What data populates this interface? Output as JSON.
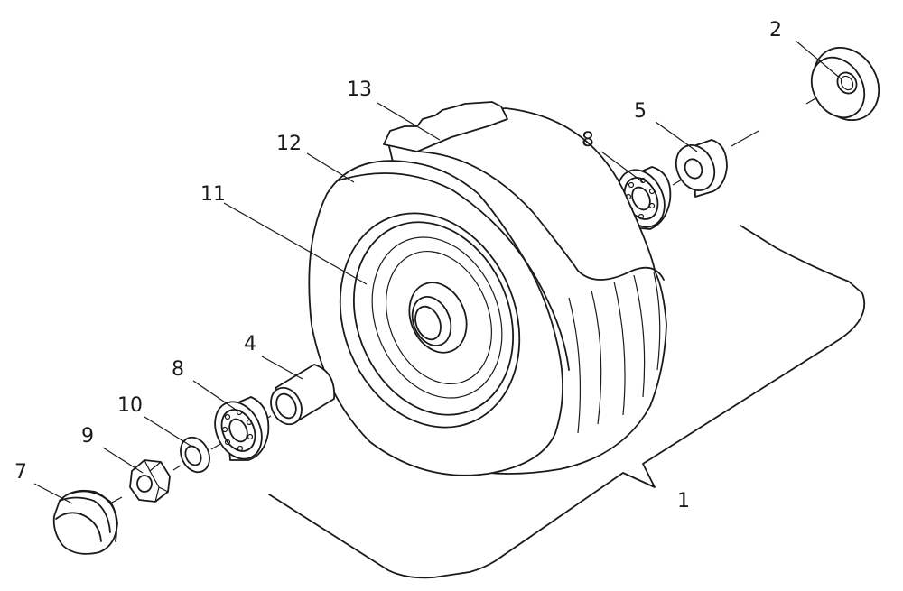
{
  "diagram": {
    "parts": [
      {
        "id": "p1",
        "number": "1"
      },
      {
        "id": "p2",
        "number": "2"
      },
      {
        "id": "p4",
        "number": "4"
      },
      {
        "id": "p5",
        "number": "5"
      },
      {
        "id": "p7",
        "number": "7"
      },
      {
        "id": "p8a",
        "number": "8"
      },
      {
        "id": "p8b",
        "number": "8"
      },
      {
        "id": "p9",
        "number": "9"
      },
      {
        "id": "p10",
        "number": "10"
      },
      {
        "id": "p11",
        "number": "11"
      },
      {
        "id": "p12",
        "number": "12"
      },
      {
        "id": "p13",
        "number": "13"
      }
    ],
    "line_color": "#1a1a1a",
    "background": "#ffffff"
  }
}
